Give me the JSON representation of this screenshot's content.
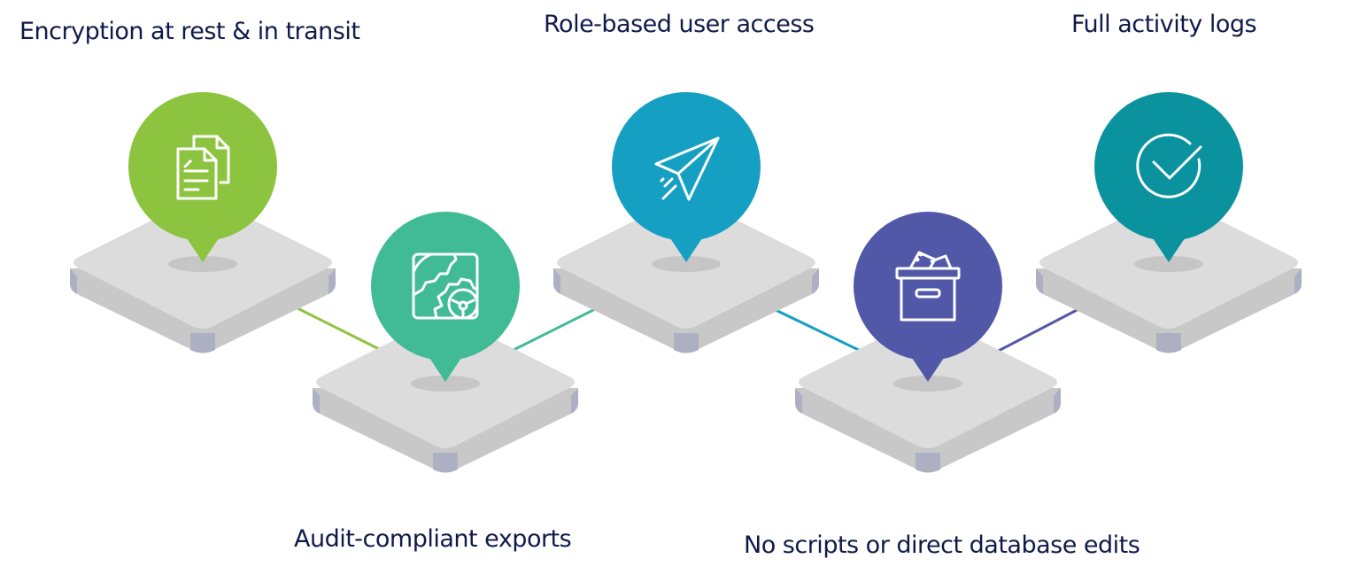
{
  "diagram": {
    "type": "isometric-step-process",
    "steps": [
      {
        "id": 1,
        "label": "Encryption at rest & in transit",
        "icon": "documents-icon",
        "color": "#8cc43f",
        "label_position": "top"
      },
      {
        "id": 2,
        "label": "Audit-compliant exports",
        "icon": "map-gear-icon",
        "color": "#41bb96",
        "label_position": "bottom"
      },
      {
        "id": 3,
        "label": "Role-based user access",
        "icon": "paper-plane-icon",
        "color": "#15a0c3",
        "label_position": "top"
      },
      {
        "id": 4,
        "label": "No scripts or direct database edits",
        "icon": "archive-box-icon",
        "color": "#5158a8",
        "label_position": "bottom"
      },
      {
        "id": 5,
        "label": "Full activity logs",
        "icon": "check-circle-icon",
        "color": "#0b929f",
        "label_position": "top"
      }
    ],
    "connectors": [
      {
        "from": 1,
        "to": 2,
        "color": "#8cc43f"
      },
      {
        "from": 2,
        "to": 3,
        "color": "#41bb96"
      },
      {
        "from": 3,
        "to": 4,
        "color": "#15a0c3"
      },
      {
        "from": 4,
        "to": 5,
        "color": "#5158a8"
      }
    ],
    "platform_colors": {
      "top": "#dcdcdc",
      "side": "#c8c8c8",
      "corner": "#adb0c2",
      "shadow": "#c6c6c6"
    },
    "text_color": "#101a4a"
  }
}
